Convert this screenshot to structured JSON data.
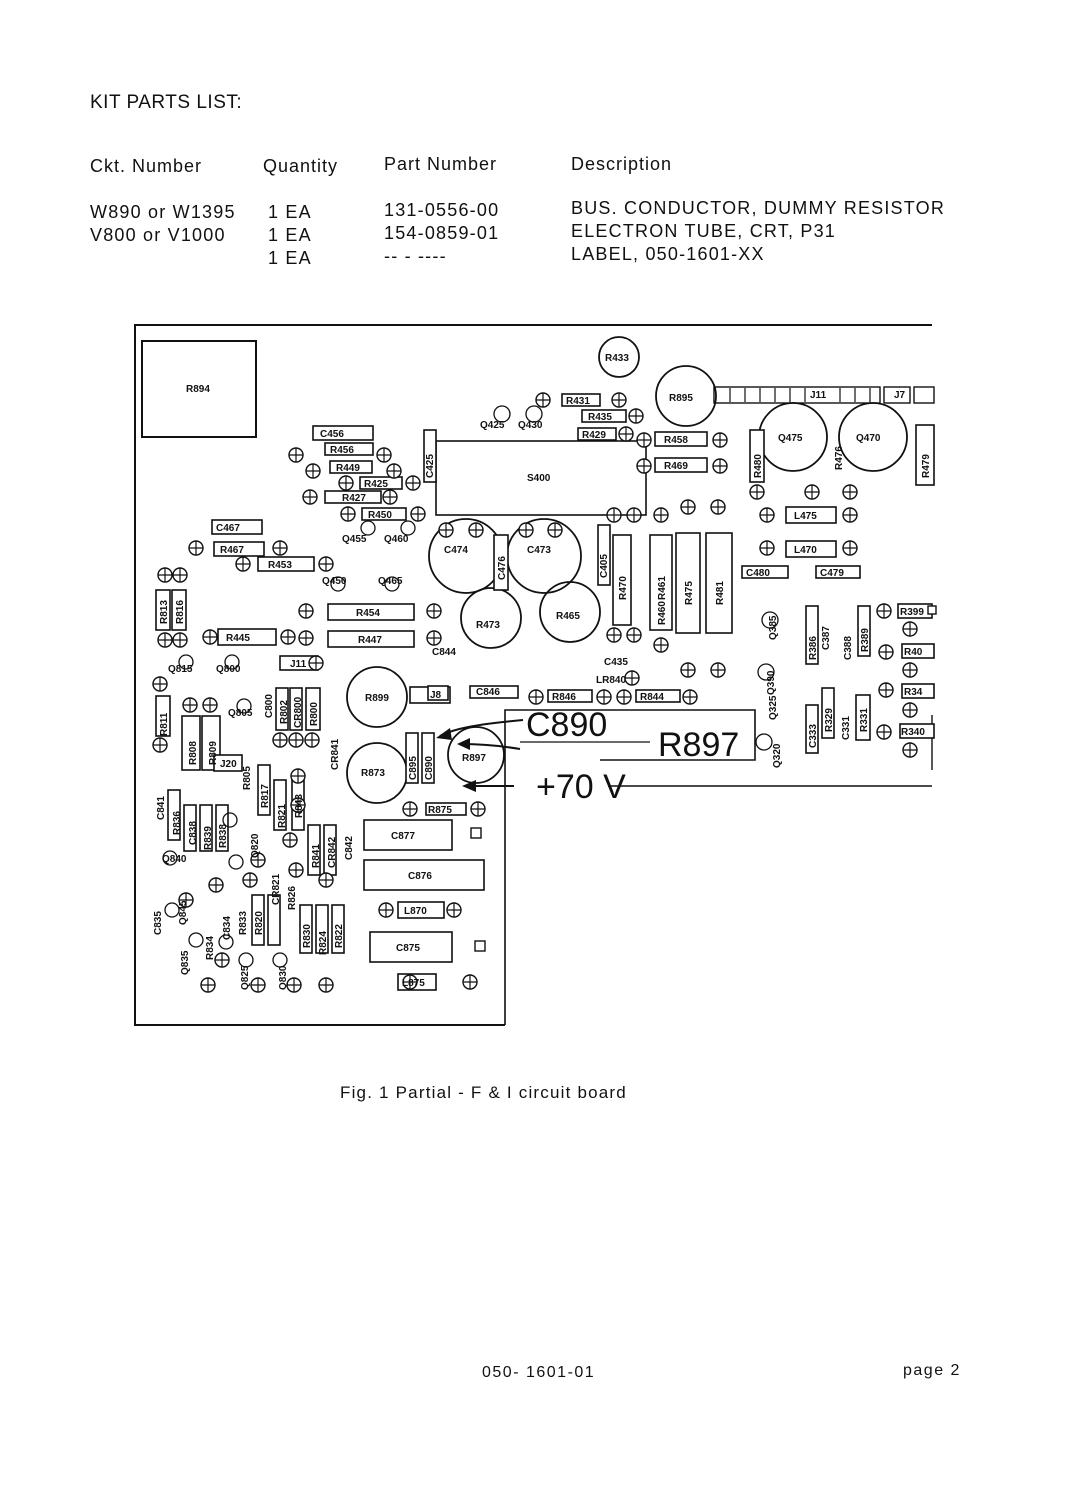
{
  "heading": "KIT PARTS LIST:",
  "table": {
    "columns": [
      "Ckt. Number",
      "Quantity",
      "Part Number",
      "Description"
    ],
    "rows": [
      {
        "ckt": "W890 or W1395",
        "qty": "1 EA",
        "part": "131-0556-00",
        "desc": "BUS. CONDUCTOR, DUMMY RESISTOR"
      },
      {
        "ckt": "V800 or V1000",
        "qty": "1 EA",
        "part": "154-0859-01",
        "desc": "ELECTRON TUBE, CRT, P31"
      },
      {
        "ckt": "",
        "qty": "1 EA",
        "part": "-- - ----",
        "desc": "LABEL, 050-1601-XX"
      }
    ]
  },
  "figure": {
    "caption": "Fig. 1   Partial - F & I circuit board",
    "callouts": [
      "C890",
      "R897",
      "+70 V"
    ],
    "labels": {
      "r894": "R894",
      "r433": "R433",
      "r895": "R895",
      "r431": "R431",
      "r435": "R435",
      "r429": "R429",
      "q425": "Q425",
      "q430": "Q430",
      "c456": "C456",
      "r456": "R456",
      "r449": "R449",
      "r425": "R425",
      "r427": "R427",
      "r450": "R450",
      "c425": "C425",
      "s400": "S400",
      "r458": "R458",
      "r469": "R469",
      "r480": "R480",
      "r476": "R476",
      "q475": "Q475",
      "q470": "Q470",
      "r479": "R479",
      "j11a": "J11",
      "j7": "J7",
      "c467": "C467",
      "r467": "R467",
      "q455": "Q455",
      "q460": "Q460",
      "c474": "C474",
      "c476": "C476",
      "c473": "C473",
      "c405": "C405",
      "l475": "L475",
      "l470": "L470",
      "c480": "C480",
      "c479": "C479",
      "r453": "R453",
      "q450": "Q450",
      "q465": "Q465",
      "r470": "R470",
      "r461": "R461",
      "r460": "R460",
      "r475": "R475",
      "r481": "R481",
      "r813": "R813",
      "r816": "R816",
      "r454": "R454",
      "r473": "R473",
      "r465": "R465",
      "r445": "R445",
      "r447": "R447",
      "c844": "C844",
      "q385": "Q385",
      "r386": "R386",
      "c387": "C387",
      "c388": "C388",
      "r389": "R389",
      "r399": "R399",
      "r400": "R40",
      "q815": "Q815",
      "q800": "Q800",
      "j11b": "J11",
      "c435": "C435",
      "lr840": "LR840",
      "q390": "Q390",
      "r811": "R811",
      "q805": "Q805",
      "c800": "C800",
      "r802": "R802",
      "cr800": "CR800",
      "r800": "R800",
      "r899": "R899",
      "j8": "J8",
      "c846": "C846",
      "r846": "R846",
      "r844": "R844",
      "q325": "Q325",
      "r329": "R329",
      "c331": "C331",
      "r331": "R331",
      "r34x": "R34",
      "r808": "R808",
      "r809": "R809",
      "j20": "J20",
      "r805": "R805",
      "cr841": "CR841",
      "c895": "C895",
      "c890": "C890",
      "r897": "R897",
      "q320": "Q320",
      "c333": "C333",
      "r340": "R340",
      "c841": "C841",
      "r836": "R836",
      "r817": "R817",
      "r843": "R843",
      "r873": "R873",
      "r875": "R875",
      "c838": "C838",
      "r839": "R839",
      "r838": "R838",
      "r821": "R821",
      "c877": "C877",
      "q840": "Q840",
      "q820": "Q820",
      "r841": "R841",
      "cr842": "CR842",
      "c842": "C842",
      "c876": "C876",
      "c835": "C835",
      "q845": "Q845",
      "r833": "R833",
      "r820": "R820",
      "cr821": "CR821",
      "r826": "R826",
      "l870": "L870",
      "c834": "C834",
      "r834": "R834",
      "q835": "Q835",
      "r830": "R830",
      "r824": "R824",
      "r822": "R822",
      "c875": "C875",
      "q825": "Q825",
      "q830": "Q830",
      "l875": "L875"
    }
  },
  "footer": {
    "doc_number": "050- 1601-01",
    "page": "page 2"
  }
}
